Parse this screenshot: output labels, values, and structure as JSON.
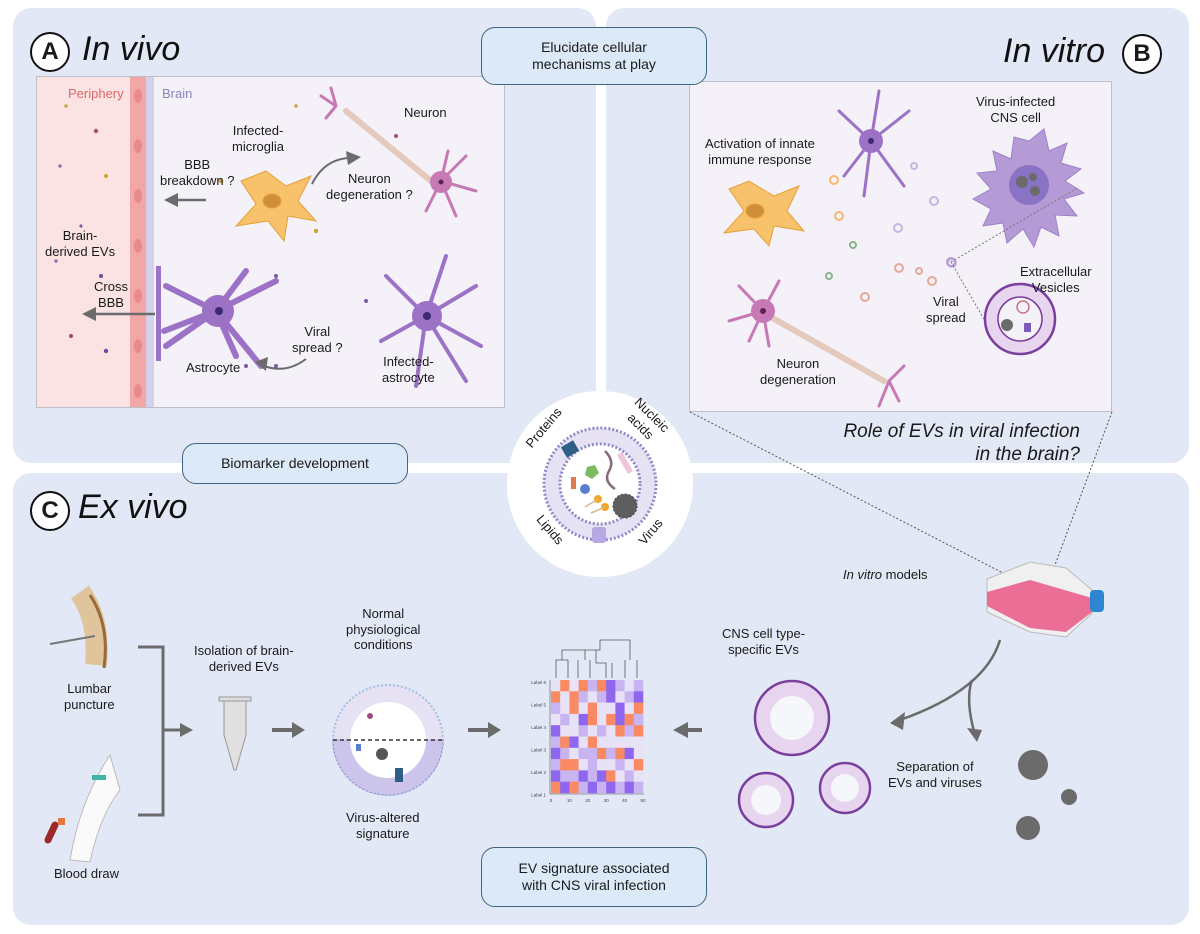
{
  "panels": {
    "a": {
      "badge": "A",
      "title": "In vivo",
      "labels": {
        "periphery": "Periphery",
        "brain": "Brain",
        "infected_microglia": "Infected-\nmicroglia",
        "neuron": "Neuron",
        "bbb_breakdown": "BBB\nbreakdown ?",
        "neuron_degeneration": "Neuron\ndegeneration ?",
        "brain_derived_evs": "Brain-\nderived EVs",
        "cross_bbb": "Cross\nBBB",
        "viral_spread": "Viral\nspread ?",
        "astrocyte": "Astrocyte",
        "infected_astrocyte": "Infected-\nastrocyte"
      }
    },
    "b": {
      "badge": "B",
      "title": "In vitro",
      "labels": {
        "activation": "Activation of innate\nimmune response",
        "virus_infected": "Virus-infected\nCNS cell",
        "extracellular_vesicles": "Extracellular\nVesicles",
        "viral_spread": "Viral\nspread",
        "neuron_degeneration": "Neuron\ndegeneration"
      },
      "question": "Role of EVs in viral infection\nin the brain?"
    },
    "c": {
      "badge": "C",
      "title": "Ex vivo",
      "labels": {
        "lumbar_puncture": "Lumbar\npuncture",
        "blood_draw": "Blood draw",
        "isolation": "Isolation of brain-\nderived EVs",
        "normal": "Normal\nphysiological\nconditions",
        "virus_altered": "Virus-altered\nsignature",
        "in_vitro_models_italic": "In vitro",
        "in_vitro_models_rest": " models",
        "cns_cell_type": "CNS cell type-\nspecific EVs",
        "separation": "Separation of\nEVs and viruses"
      }
    }
  },
  "callouts": {
    "elucidate": "Elucidate cellular\nmechanisms at play",
    "biomarker": "Biomarker development",
    "ev_signature": "EV signature associated\nwith CNS viral infection"
  },
  "center": {
    "proteins": "Proteins",
    "nucleic_acids": "Nucleic\nacids",
    "lipids": "Lipids",
    "virus": "Virus"
  },
  "heatmap": {
    "row_labels": [
      "Label 6",
      "Label 5",
      "Label 4",
      "Label 3",
      "Label 2",
      "Label 1"
    ],
    "x_ticks": [
      "0",
      "10",
      "20",
      "30",
      "40",
      "50"
    ],
    "grid": [
      [
        0,
        2,
        0,
        2,
        1,
        2,
        3,
        1,
        0,
        1
      ],
      [
        2,
        0,
        2,
        1,
        0,
        1,
        3,
        0,
        1,
        3
      ],
      [
        1,
        0,
        2,
        0,
        2,
        0,
        0,
        3,
        0,
        2
      ],
      [
        0,
        1,
        0,
        3,
        2,
        0,
        2,
        3,
        2,
        1
      ],
      [
        3,
        0,
        0,
        1,
        0,
        1,
        0,
        2,
        1,
        2
      ],
      [
        1,
        2,
        3,
        0,
        2,
        0,
        0,
        0,
        0,
        0
      ],
      [
        3,
        1,
        0,
        1,
        1,
        2,
        1,
        2,
        3,
        0
      ],
      [
        1,
        2,
        2,
        0,
        1,
        0,
        0,
        1,
        0,
        2
      ],
      [
        3,
        1,
        1,
        3,
        1,
        3,
        2,
        0,
        1,
        0
      ],
      [
        2,
        3,
        2,
        1,
        3,
        1,
        3,
        1,
        3,
        1
      ]
    ],
    "palette": [
      "#e8e2f7",
      "#c9b4f2",
      "#fa8a64",
      "#8f66ee"
    ]
  },
  "colors": {
    "panel_bg": "#e3e8f7",
    "callout_bg": "#dbe9f8",
    "callout_border": "#3e6584",
    "arrow": "#6b6b6b",
    "astrocyte": "#9b72c6",
    "microglia": "#f7c26b",
    "neuron": "#c779b6",
    "periphery_text": "#d96a6a",
    "brain_text": "#8c86bf"
  }
}
